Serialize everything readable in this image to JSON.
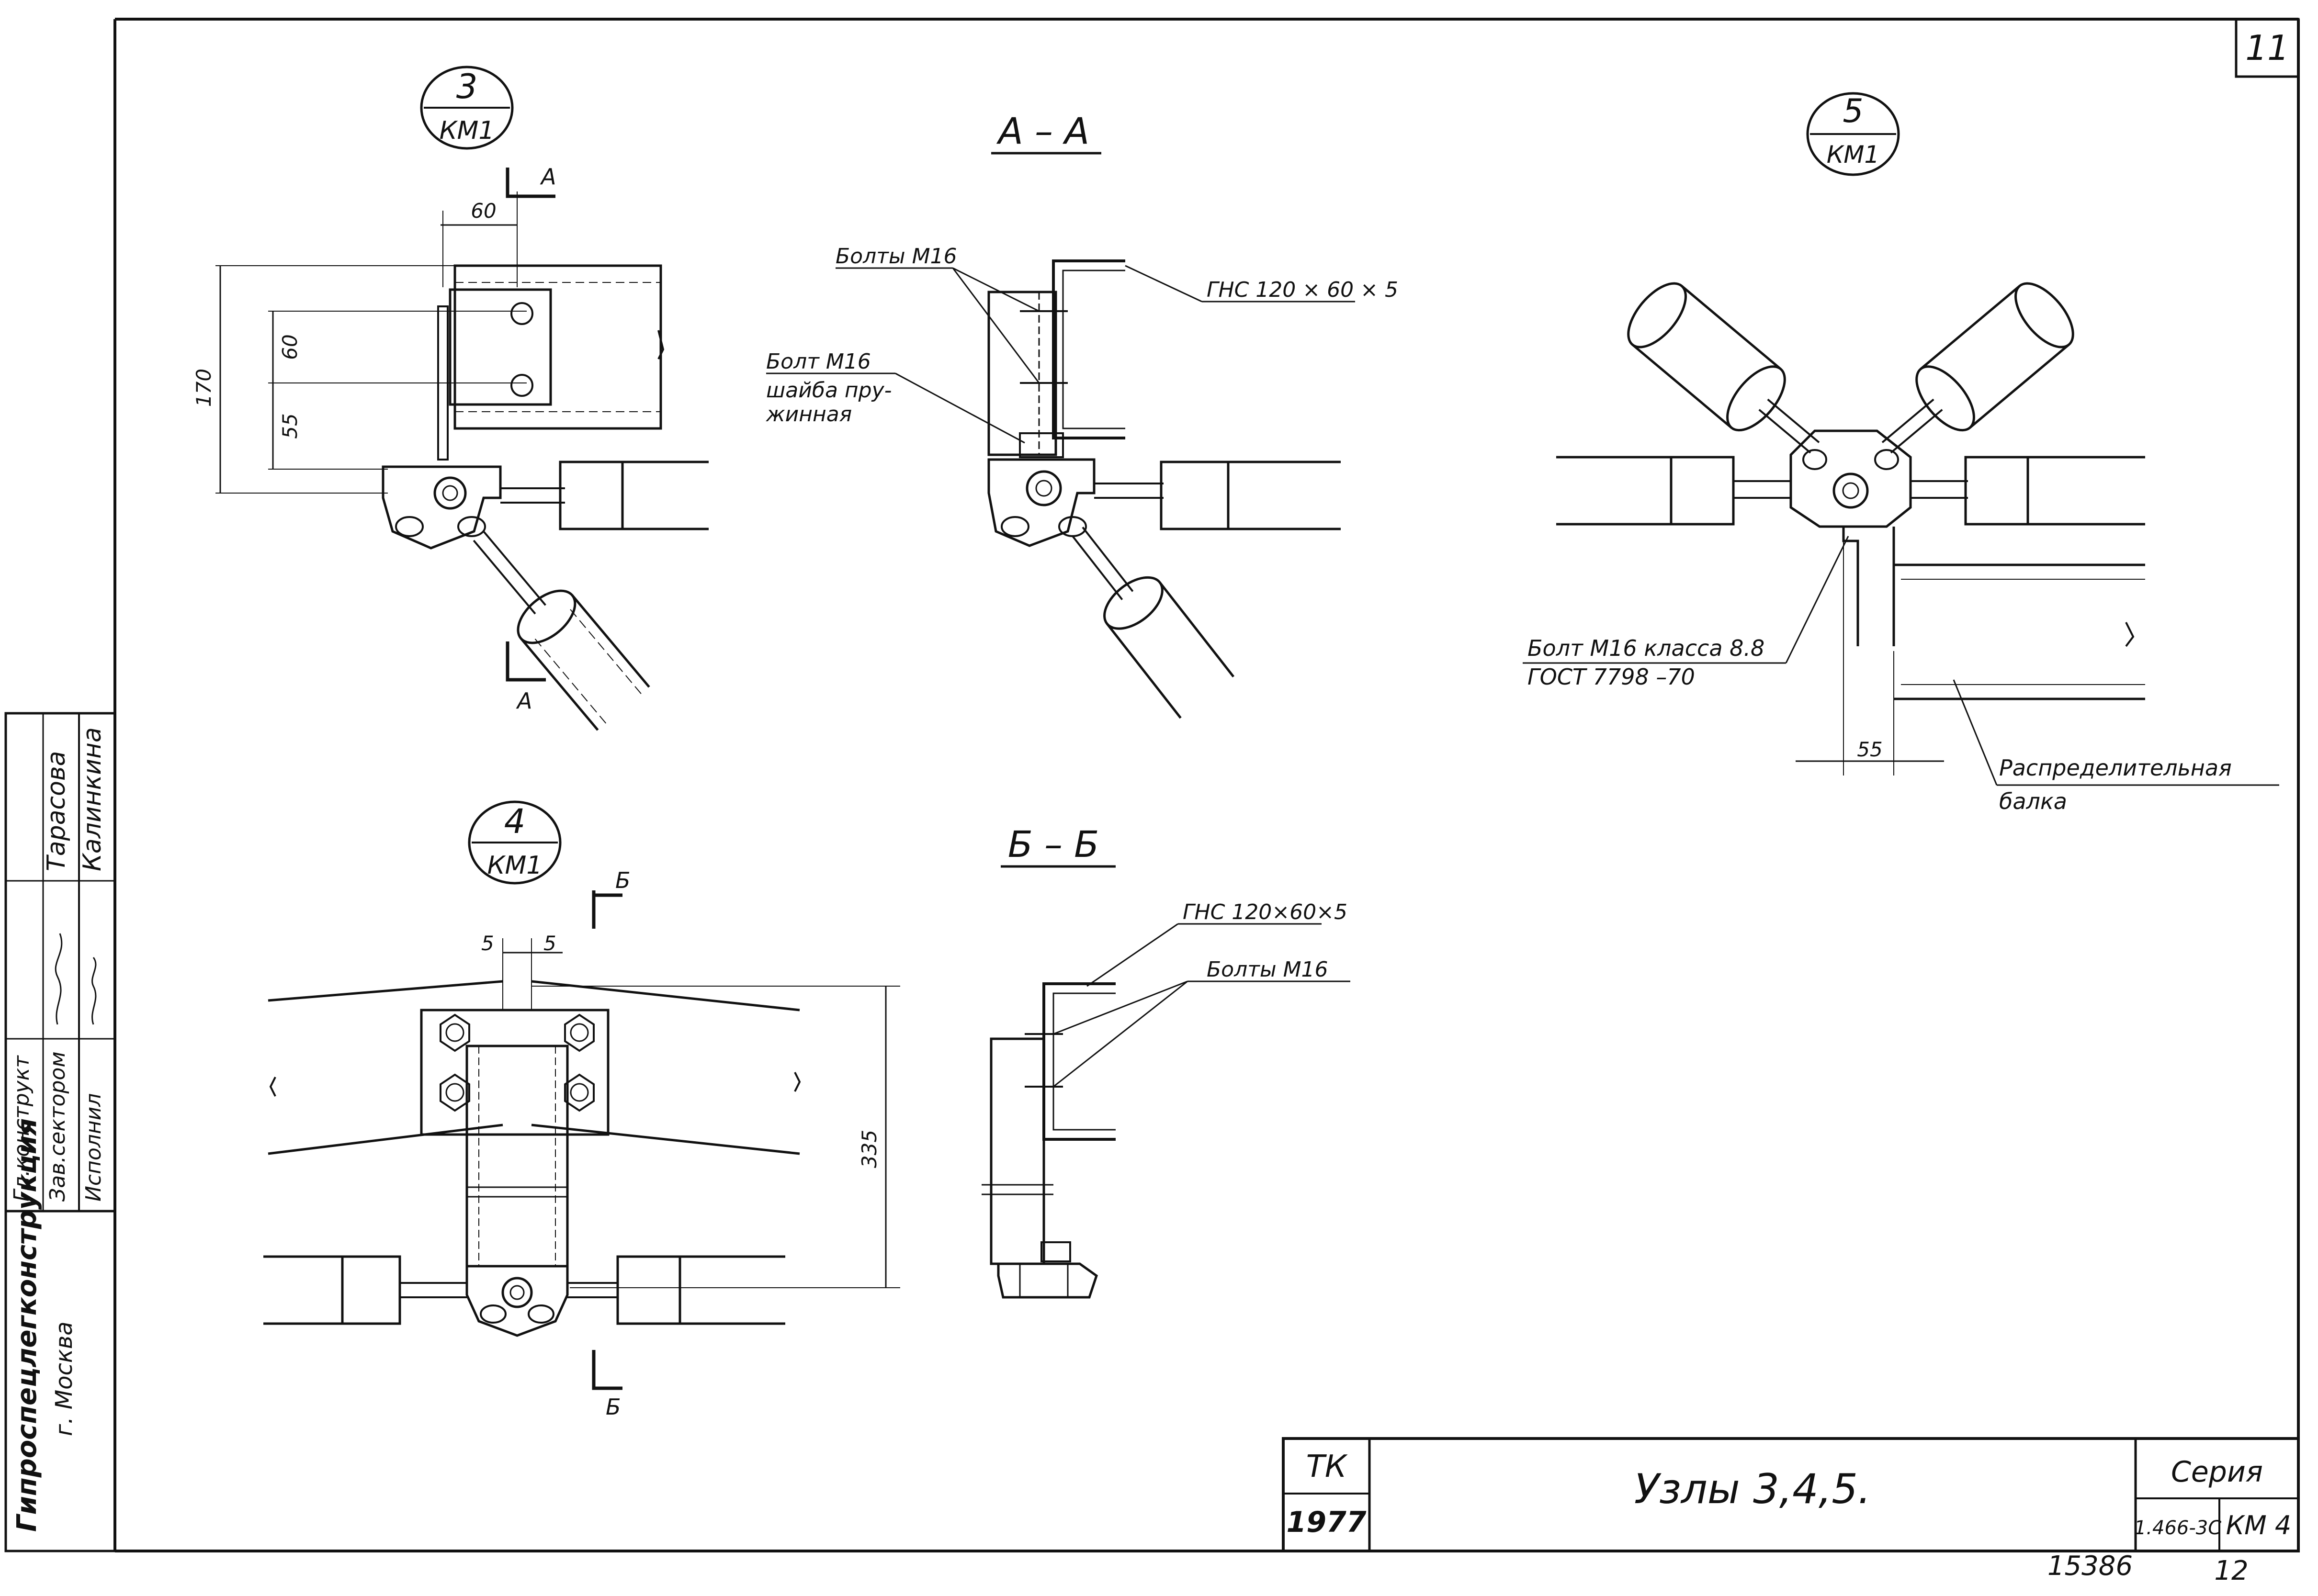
{
  "sheet": {
    "page_number": "11",
    "bottom_number": "12",
    "inventory_number": "15386"
  },
  "stamp": {
    "org": "Гипроспецлегконструкция",
    "city": "г. Москва",
    "rows": [
      {
        "role": "Гл.конструкт",
        "name": "Тарасова"
      },
      {
        "role": "Зав.сектором",
        "name": "Калинкина"
      },
      {
        "role": "Исполнил",
        "name": ""
      }
    ]
  },
  "title_block": {
    "code": "ТК",
    "year": "1977",
    "title": "Узлы 3,4,5.",
    "series_label": "Серия",
    "series_number": "1.466-3С",
    "sheet_code": "КМ 4"
  },
  "node3": {
    "num": "3",
    "ref": "КМ1",
    "cut_mark": "А",
    "dims": [
      "60",
      "170",
      "60",
      "55"
    ]
  },
  "sectionAA": {
    "title": "А – А",
    "labels": [
      "Болты М16",
      "ГНС 120 × 60 × 5",
      "Болт М16",
      "шайба пру-",
      "жинная"
    ]
  },
  "node4": {
    "num": "4",
    "ref": "КМ1",
    "cut_mark": "Б",
    "dims": [
      "5",
      "5",
      "335"
    ]
  },
  "sectionBB": {
    "title": "Б – Б",
    "labels": [
      "ГНС 120×60×5",
      "Болты М16"
    ]
  },
  "node5": {
    "num": "5",
    "ref": "КМ1",
    "labels": [
      "Болт М16 класса 8.8",
      "ГОСТ 7798 –70",
      "Распределительная",
      "балка"
    ],
    "dims": [
      "55"
    ]
  }
}
